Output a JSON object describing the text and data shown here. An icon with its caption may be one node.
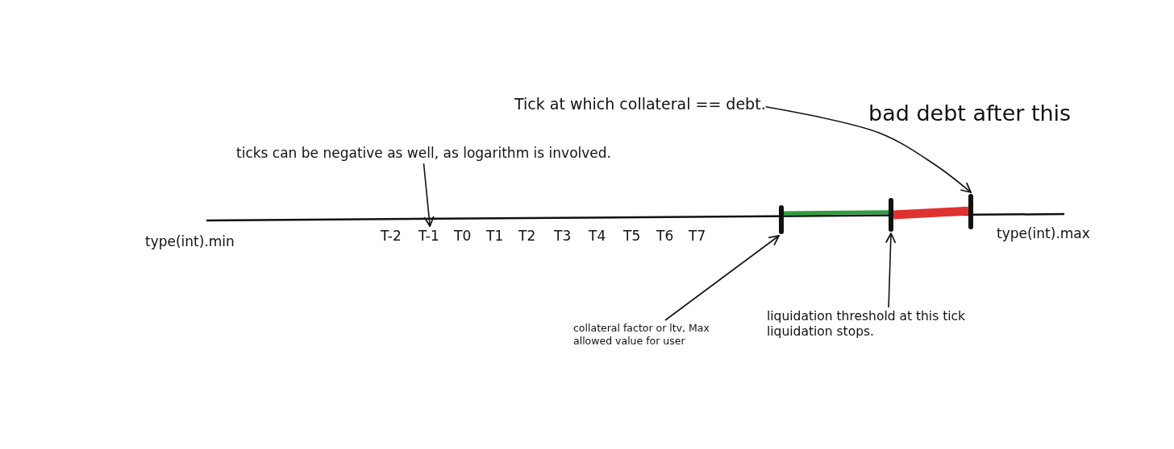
{
  "diagram": {
    "nodes": [
      {
        "text": [
          "Tick at which collateral == debt."
        ]
      },
      {
        "text": [
          "ticks can be negative as well, as logarithm is involved."
        ]
      },
      {
        "text": [
          "collateral factor or ltv, Max allowed value for user"
        ]
      },
      {
        "text": [
          "liquidation threshold at this tick liquidation stops."
        ]
      },
      {
        "text": [],
        "shape": "bar"
      },
      {
        "text": [],
        "shape": "bar"
      },
      {
        "text": [],
        "shape": "bar"
      },
      {
        "text": [
          "T-1"
        ]
      }
    ],
    "edges": [
      {
        "from": 0,
        "to": 6,
        "arrow": "to"
      },
      {
        "from": 1,
        "to": 7,
        "arrow": "to"
      },
      {
        "from": 2,
        "to": 4,
        "arrow": "to"
      },
      {
        "from": 3,
        "to": 5,
        "arrow": "to"
      },
      {
        "from": 4,
        "to": 5,
        "arrow": "none",
        "style": "thick",
        "color": "#2e9e3e"
      },
      {
        "from": 5,
        "to": 6,
        "arrow": "none",
        "style": "thick",
        "color": "#e03131"
      }
    ],
    "labels": [
      "bad debt after this",
      "type(int).min",
      "T-2",
      "T0",
      "T1",
      "T2",
      "T3",
      "T4",
      "T5",
      "T6",
      "T7",
      "type(int).max"
    ]
  }
}
